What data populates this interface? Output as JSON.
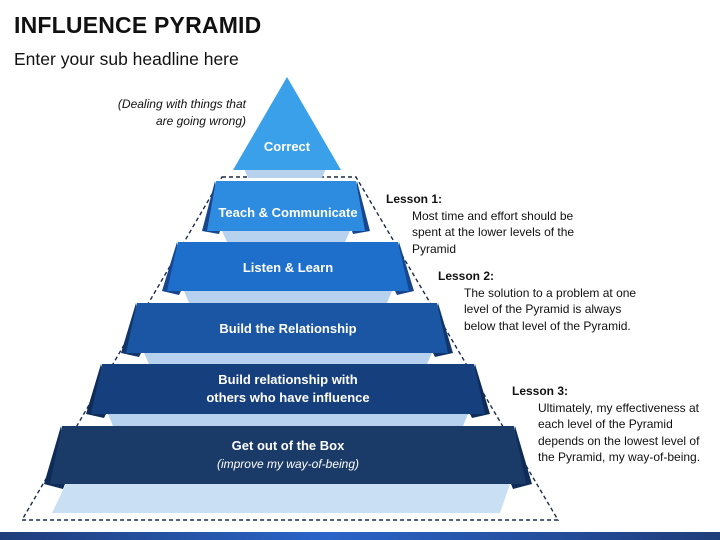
{
  "title": "INFLUENCE PYRAMID",
  "subtitle": "Enter your sub headline here",
  "apex_note": "(Dealing with things that are going wrong)",
  "levels": [
    {
      "label": "Correct",
      "color": "#3aa0ea"
    },
    {
      "label": "Teach & Communicate",
      "color": "#2e8ce0"
    },
    {
      "label": "Listen & Learn",
      "color": "#1e6fcc"
    },
    {
      "label": "Build the Relationship",
      "color": "#1a56a4"
    },
    {
      "label": "Build relationship with others who have influence",
      "color": "#163f7e"
    },
    {
      "label": "Get out of the Box",
      "sub": "(improve my way-of-being)",
      "color": "#1a3a68"
    }
  ],
  "lessons": [
    {
      "heading": "Lesson 1:",
      "text": "Most time and effort should be spent at the lower levels of the Pyramid"
    },
    {
      "heading": "Lesson 2:",
      "text": "The solution to a problem at one level of the Pyramid is always below that level of the Pyramid."
    },
    {
      "heading": "Lesson 3:",
      "text": "Ultimately, my effectiveness at each level of the Pyramid depends on the lowest level of the Pyramid, my way-of-being."
    }
  ]
}
